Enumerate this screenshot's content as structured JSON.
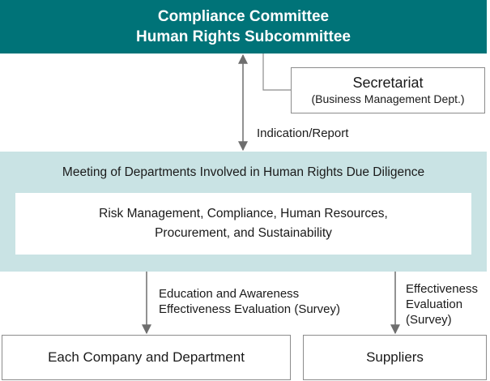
{
  "committee": {
    "line1": "Compliance Committee",
    "line2": "Human Rights Subcommittee",
    "fill_color": "#007378"
  },
  "secretariat": {
    "title": "Secretariat",
    "subtitle": "(Business Management Dept.)"
  },
  "edges": {
    "indication_report": "Indication/Report",
    "education_line1": "Education and Awareness",
    "education_line2": "Effectiveness Evaluation (Survey)",
    "supplier_line1": "Effectiveness",
    "supplier_line2": "Evaluation",
    "supplier_line3": "(Survey)"
  },
  "meeting": {
    "title": "Meeting of Departments Involved in Human Rights Due Diligence",
    "fill_color": "#c9e3e4",
    "members_line1": "Risk Management, Compliance, Human Resources,",
    "members_line2": "Procurement, and Sustainability"
  },
  "targets": {
    "company": "Each Company and Department",
    "suppliers": "Suppliers"
  }
}
